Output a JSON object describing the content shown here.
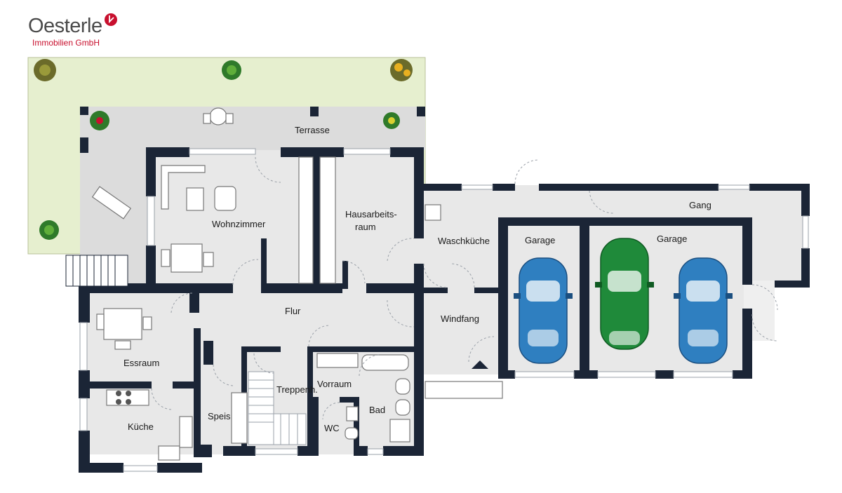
{
  "brand": {
    "name": "Oesterle",
    "subtitle": "Immobilien GmbH",
    "accent_color": "#c8102e"
  },
  "rooms": {
    "terrasse": "Terrasse",
    "wohnzimmer": "Wohnzimmer",
    "hausarbeitsraum_1": "Hausarbeits-",
    "hausarbeitsraum_2": "raum",
    "waschkueche": "Waschküche",
    "gang": "Gang",
    "garage_left": "Garage",
    "garage_right": "Garage",
    "flur": "Flur",
    "windfang": "Windfang",
    "essraum": "Essraum",
    "kueche": "Küche",
    "speis": "Speis",
    "treppenhaus": "Treppenh.",
    "vorraum": "Vorraum",
    "bad": "Bad",
    "wc": "WC"
  },
  "colors": {
    "wall": "#1b2536",
    "floor": "#e6e6e6",
    "garden": "#e6efcf",
    "car_blue": "#2f7fc0",
    "car_green": "#1f8a3a"
  }
}
